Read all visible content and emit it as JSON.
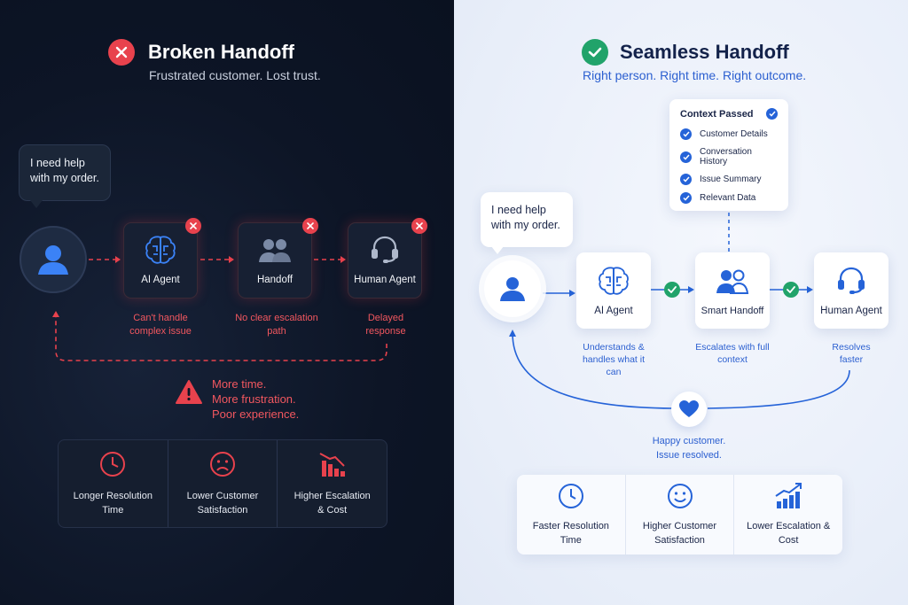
{
  "broken": {
    "title": "Broken Handoff",
    "subtitle": "Frustrated customer. Lost trust.",
    "bubble": "I need help with my order.",
    "steps": [
      {
        "label": "AI Agent",
        "note": "Can't handle complex issue"
      },
      {
        "label": "Handoff",
        "note": "No clear escalation path"
      },
      {
        "label": "Human Agent",
        "note": "Delayed response"
      }
    ],
    "warning": [
      "More time.",
      "More frustration.",
      "Poor experience."
    ],
    "metrics": [
      {
        "label": "Longer Resolution Time",
        "icon": "clock-icon"
      },
      {
        "label": "Lower Customer Satisfaction",
        "icon": "sad-face-icon"
      },
      {
        "label": "Higher Escalation & Cost",
        "icon": "chart-down-icon"
      }
    ],
    "colors": {
      "accent": "#e8424d",
      "background": "#0d1526"
    }
  },
  "seamless": {
    "title": "Seamless Handoff",
    "subtitle": "Right person. Right time. Right outcome.",
    "bubble": "I need help with my order.",
    "context": {
      "title": "Context Passed",
      "items": [
        "Customer Details",
        "Conversation History",
        "Issue Summary",
        "Relevant Data"
      ]
    },
    "steps": [
      {
        "label": "AI Agent",
        "note": "Understands & handles what it can"
      },
      {
        "label": "Smart Handoff",
        "note": "Escalates with full context"
      },
      {
        "label": "Human Agent",
        "note": "Resolves faster"
      }
    ],
    "outcome": [
      "Happy customer.",
      "Issue resolved."
    ],
    "metrics": [
      {
        "label": "Faster Resolution Time",
        "icon": "clock-icon"
      },
      {
        "label": "Higher Customer Satisfaction",
        "icon": "smile-face-icon"
      },
      {
        "label": "Lower Escalation & Cost",
        "icon": "chart-up-icon"
      }
    ],
    "colors": {
      "accent": "#2563d8",
      "success": "#21a36a",
      "background": "#e8eef9"
    }
  }
}
